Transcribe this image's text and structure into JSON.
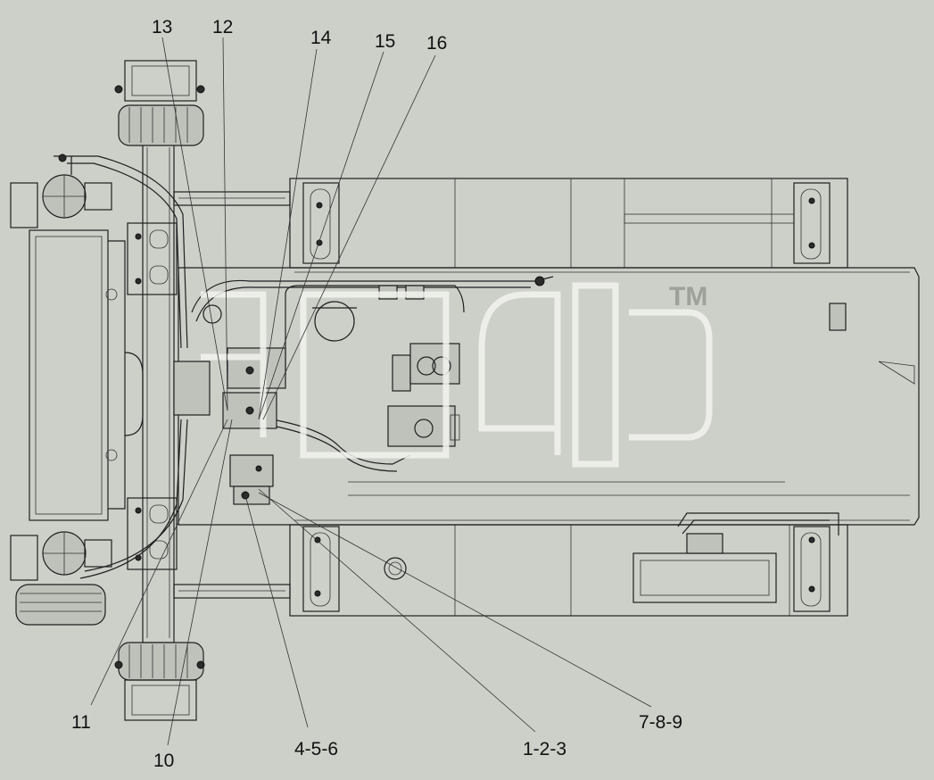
{
  "callouts": {
    "c13": "13",
    "c12": "12",
    "c14": "14",
    "c15": "15",
    "c16": "16",
    "c11": "11",
    "c10": "10",
    "c456": "4-5-6",
    "c123": "1-2-3",
    "c789": "7-8-9"
  },
  "watermark": {
    "mark": "TM"
  },
  "colors": {
    "background": "#cdd0c9",
    "line": "#1f1f1f",
    "watermark": "#f2f3ef"
  }
}
